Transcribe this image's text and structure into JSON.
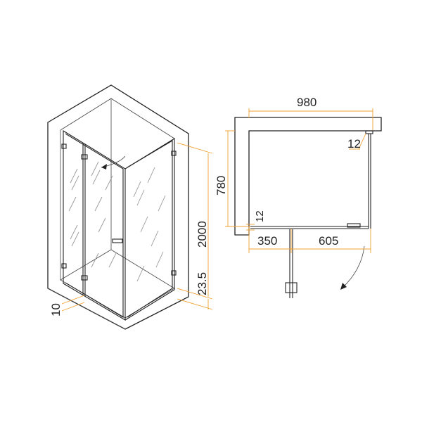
{
  "colors": {
    "line": "#222222",
    "dimension": "#f0a030",
    "background": "#ffffff"
  },
  "dimensions": {
    "height": "2000",
    "base": "23.5",
    "gap": "10",
    "width": "980",
    "depth": "780",
    "clearance_top": "12",
    "clearance_bottom": "12",
    "fixed_panel": "350",
    "door_panel": "605"
  }
}
